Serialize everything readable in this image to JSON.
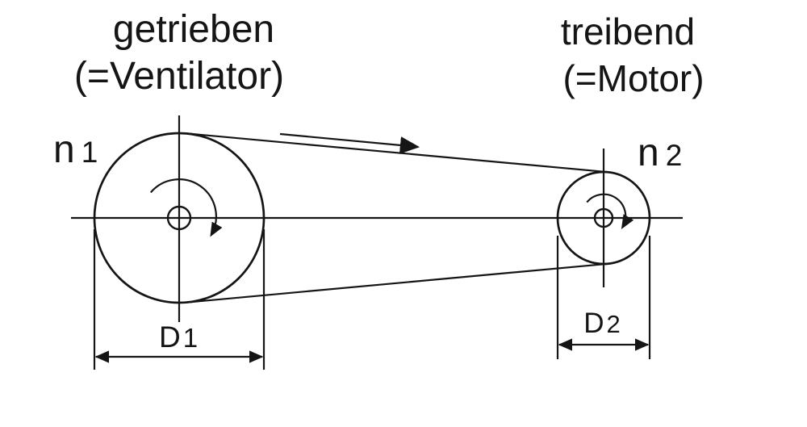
{
  "diagram": {
    "driven": {
      "title": "getrieben",
      "subtitle": "(=Ventilator)",
      "speed_symbol": "n",
      "speed_index": "1",
      "diameter_symbol": "D",
      "diameter_index": "1"
    },
    "driving": {
      "title": "treibend",
      "subtitle": "(=Motor)",
      "speed_symbol": "n",
      "speed_index": "2",
      "diameter_symbol": "D",
      "diameter_index": "2"
    },
    "colors": {
      "line": "#151515",
      "background": "#ffffff"
    }
  }
}
